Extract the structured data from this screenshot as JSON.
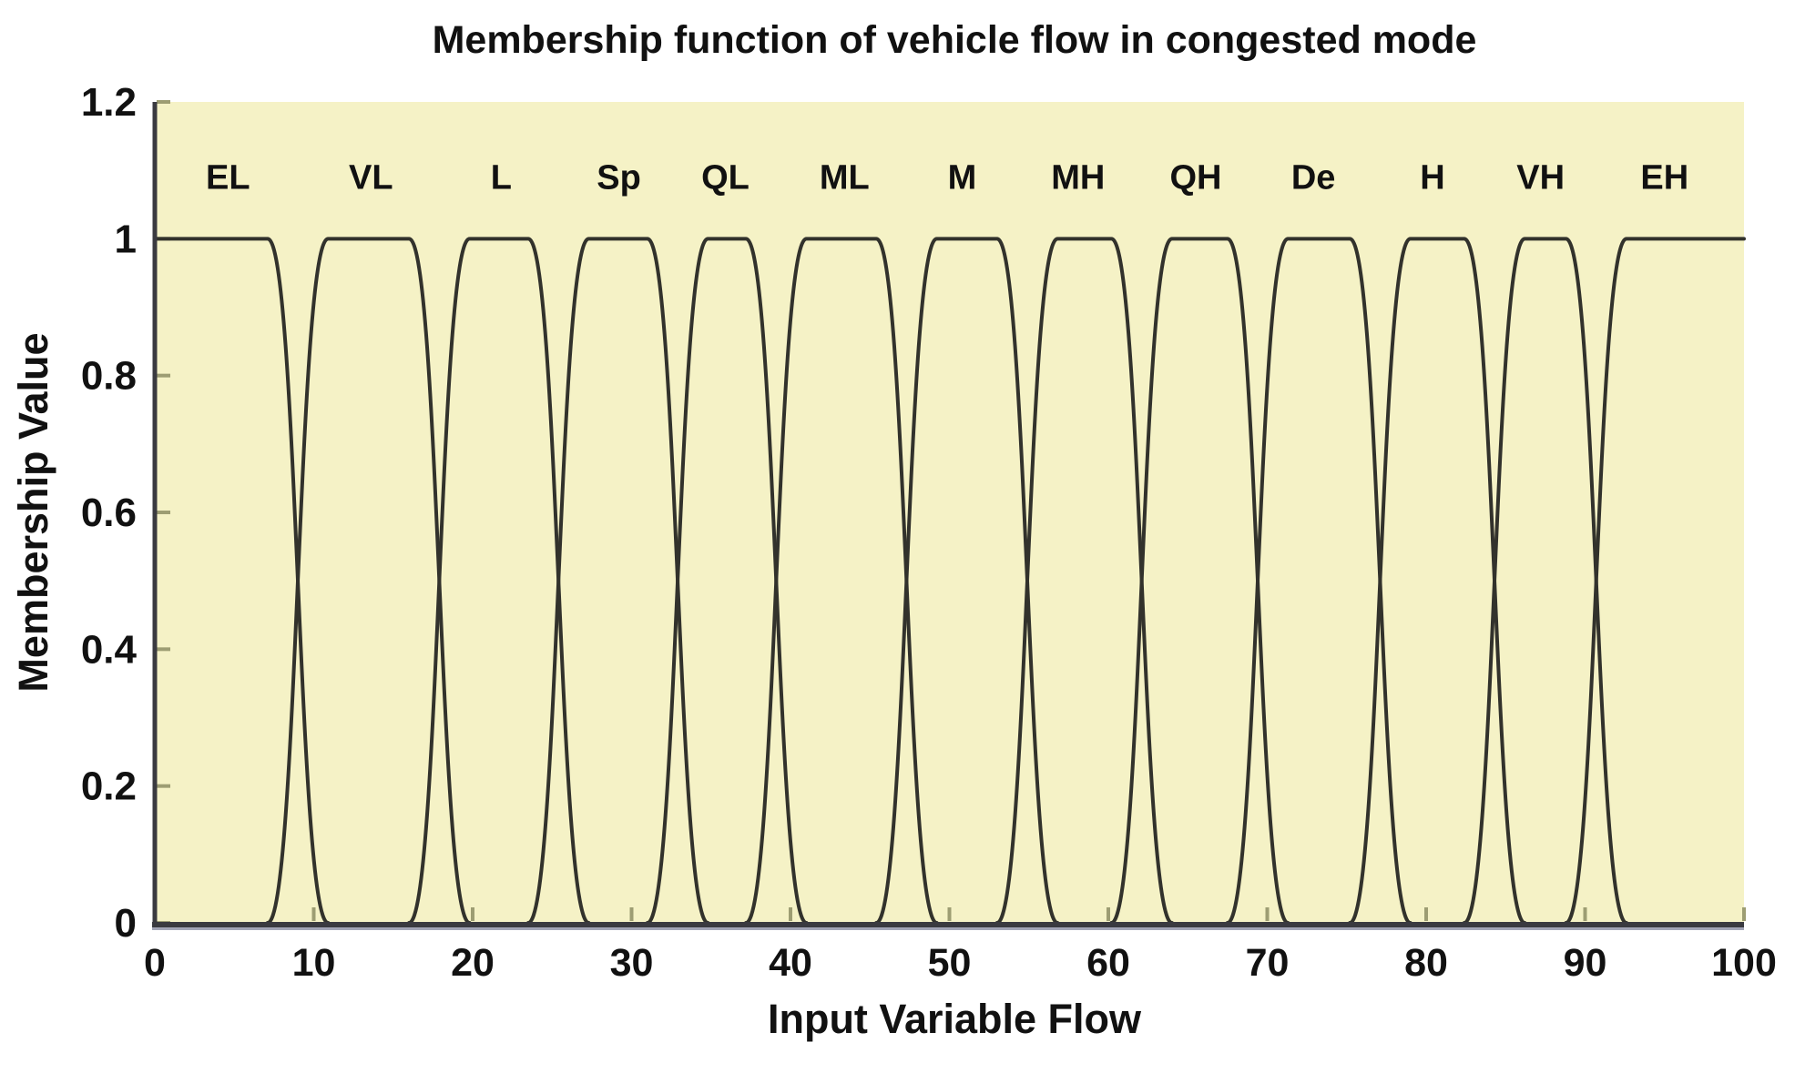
{
  "chart_data": {
    "type": "line",
    "title": "Membership function of vehicle flow in congested mode",
    "xlabel": "Input Variable Flow",
    "ylabel": "Membership Value",
    "xlim": [
      0,
      100
    ],
    "ylim": [
      0,
      1.2
    ],
    "grid": false,
    "legend": "none",
    "xticks": [
      0,
      10,
      20,
      30,
      40,
      50,
      60,
      70,
      80,
      90,
      100
    ],
    "xtick_labels": [
      "0",
      "10",
      "20",
      "30",
      "40",
      "50",
      "60",
      "70",
      "80",
      "90",
      "100"
    ],
    "yticks": [
      0,
      0.2,
      0.4,
      0.6,
      0.8,
      1.0,
      1.2
    ],
    "ytick_labels": [
      "0",
      "0.2",
      "0.4",
      "0.6",
      "0.8",
      "1",
      "1.2"
    ],
    "crossing_points_x": [
      9.0,
      17.9,
      25.4,
      32.9,
      39.1,
      47.3,
      54.9,
      62.1,
      69.4,
      77.1,
      84.3,
      90.7
    ],
    "crossing_membership": 0.5,
    "membership_value_plateau": 1.0,
    "set_label_y": 1.09,
    "membership_functions": [
      {
        "label": "EL",
        "label_x": 4.6,
        "rise": null,
        "plateau": [
          0,
          7.1
        ],
        "fall": [
          7.1,
          10.9
        ]
      },
      {
        "label": "VL",
        "label_x": 13.6,
        "rise": [
          7.1,
          10.9
        ],
        "plateau": [
          10.9,
          16.0
        ],
        "fall": [
          16.0,
          19.8
        ]
      },
      {
        "label": "L",
        "label_x": 21.8,
        "rise": [
          16.0,
          19.8
        ],
        "plateau": [
          19.8,
          23.5
        ],
        "fall": [
          23.5,
          27.3
        ]
      },
      {
        "label": "Sp",
        "label_x": 29.2,
        "rise": [
          23.5,
          27.3
        ],
        "plateau": [
          27.3,
          31.0
        ],
        "fall": [
          31.0,
          34.8
        ]
      },
      {
        "label": "QL",
        "label_x": 35.9,
        "rise": [
          31.0,
          34.8
        ],
        "plateau": [
          34.8,
          37.2
        ],
        "fall": [
          37.2,
          41.0
        ]
      },
      {
        "label": "ML",
        "label_x": 43.4,
        "rise": [
          37.2,
          41.0
        ],
        "plateau": [
          41.0,
          45.4
        ],
        "fall": [
          45.4,
          49.2
        ]
      },
      {
        "label": "M",
        "label_x": 50.8,
        "rise": [
          45.4,
          49.2
        ],
        "plateau": [
          49.2,
          53.0
        ],
        "fall": [
          53.0,
          56.8
        ]
      },
      {
        "label": "MH",
        "label_x": 58.1,
        "rise": [
          53.0,
          56.8
        ],
        "plateau": [
          56.8,
          60.2
        ],
        "fall": [
          60.2,
          64.0
        ]
      },
      {
        "label": "QH",
        "label_x": 65.5,
        "rise": [
          60.2,
          64.0
        ],
        "plateau": [
          64.0,
          67.5
        ],
        "fall": [
          67.5,
          71.3
        ]
      },
      {
        "label": "De",
        "label_x": 72.9,
        "rise": [
          67.5,
          71.3
        ],
        "plateau": [
          71.3,
          75.2
        ],
        "fall": [
          75.2,
          79.0
        ]
      },
      {
        "label": "H",
        "label_x": 80.4,
        "rise": [
          75.2,
          79.0
        ],
        "plateau": [
          79.0,
          82.4
        ],
        "fall": [
          82.4,
          86.2
        ]
      },
      {
        "label": "VH",
        "label_x": 87.2,
        "rise": [
          82.4,
          86.2
        ],
        "plateau": [
          86.2,
          88.8
        ],
        "fall": [
          88.8,
          92.6
        ]
      },
      {
        "label": "EH",
        "label_x": 95.0,
        "rise": [
          88.8,
          92.6
        ],
        "plateau": [
          92.6,
          100
        ],
        "fall": null
      }
    ],
    "colors": {
      "plot_background": "#f5f2c6",
      "curve": "#32322c",
      "axis": "#3a3a40",
      "axis_shadow": "#a2a4b6",
      "tick_mark": "#9d9d73",
      "text": "#111111",
      "figure_background": "#ffffff"
    }
  }
}
